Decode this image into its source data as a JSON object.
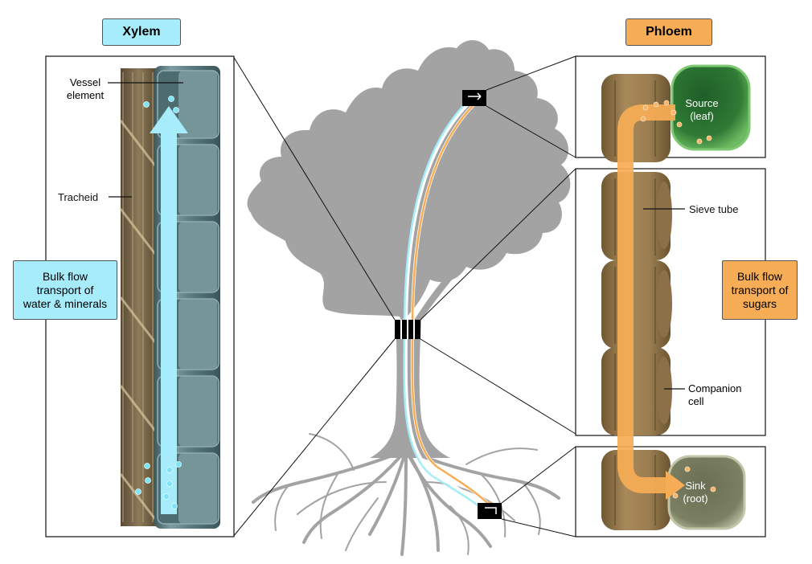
{
  "xylem": {
    "title": "Xylem",
    "vessel_label": "Vessel\nelement",
    "tracheid_label": "Tracheid",
    "bulk_flow_label": "Bulk flow\ntransport of\nwater & minerals"
  },
  "phloem": {
    "title": "Phloem",
    "source_label": "Source\n(leaf)",
    "sieve_label": "Sieve tube",
    "bulk_flow_label": "Bulk flow\ntransport of\nsugars",
    "companion_label": "Companion\ncell",
    "sink_label": "Sink\n(root)"
  },
  "colors": {
    "xylem_accent": "#a6ecfa",
    "phloem_accent": "#f7ad55",
    "tree": "#a3a3a3",
    "sieve": "#a78a5c",
    "source_cell": "#4d9645",
    "sink_cell": "#8e9474"
  }
}
